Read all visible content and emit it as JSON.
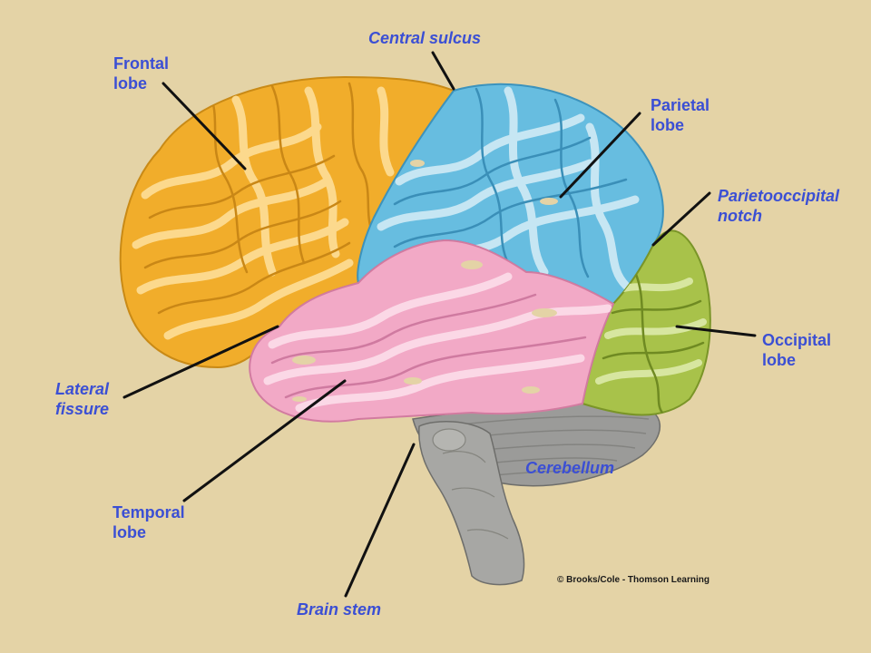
{
  "labels": {
    "central_sulcus": "Central sulcus",
    "frontal_lobe": [
      "Frontal",
      "lobe"
    ],
    "parietal_lobe": [
      "Parietal",
      "lobe"
    ],
    "parietooccipital_notch": [
      "Parietooccipital",
      "notch"
    ],
    "occipital_lobe": [
      "Occipital",
      "lobe"
    ],
    "lateral_fissure": [
      "Lateral",
      "fissure"
    ],
    "temporal_lobe": [
      "Temporal",
      "lobe"
    ],
    "cerebellum": "Cerebellum",
    "brain_stem": "Brain stem"
  },
  "credit": "© Brooks/Cole - Thomson Learning",
  "colors": {
    "background": "#e4d3a6",
    "label_text": "#3b4fd4",
    "frontal": "#f1ad2b",
    "parietal": "#67bde0",
    "temporal": "#f2a9c6",
    "occipital": "#a8c24a",
    "cerebellum": "#9b9b99",
    "brain_stem": "#a7a7a4"
  }
}
